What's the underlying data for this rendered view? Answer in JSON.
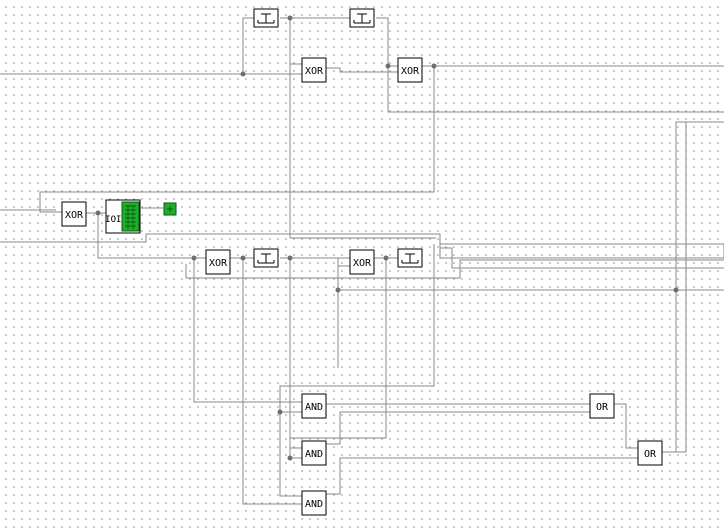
{
  "gates": {
    "xor_1": "XOR",
    "xor_2": "XOR",
    "xor_3": "XOR",
    "xor_4": "XOR",
    "xor_5": "XOR",
    "and_1": "AND",
    "and_2": "AND",
    "and_3": "AND",
    "or_1": "OR",
    "or_2": "OR",
    "register": "IOIO"
  },
  "icons": [
    "delay-icon",
    "counter-display-icon",
    "probe-icon"
  ],
  "colors": {
    "wire": "#8a8a8a",
    "gate_border": "#000000",
    "display_green": "#1fae2a",
    "grid_dot": "#9a9a9a"
  }
}
